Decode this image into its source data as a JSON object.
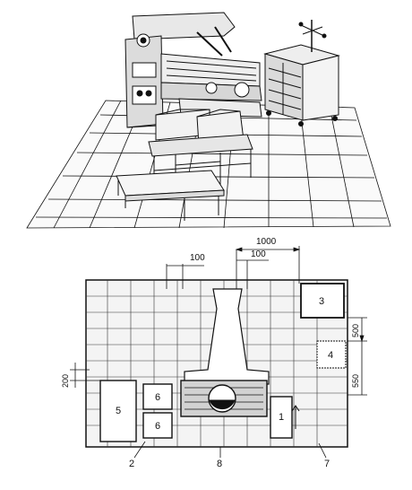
{
  "dimensions": {
    "d100_left": "100",
    "d1000": "1000",
    "d100_right": "100",
    "d200": "200",
    "d500": "500",
    "d550": "550"
  },
  "item_labels": {
    "item1": "1",
    "item2": "2",
    "item3": "3",
    "item4": "4",
    "item5": "5",
    "item6a": "6",
    "item6b": "6",
    "item7": "7",
    "item8": "8"
  }
}
